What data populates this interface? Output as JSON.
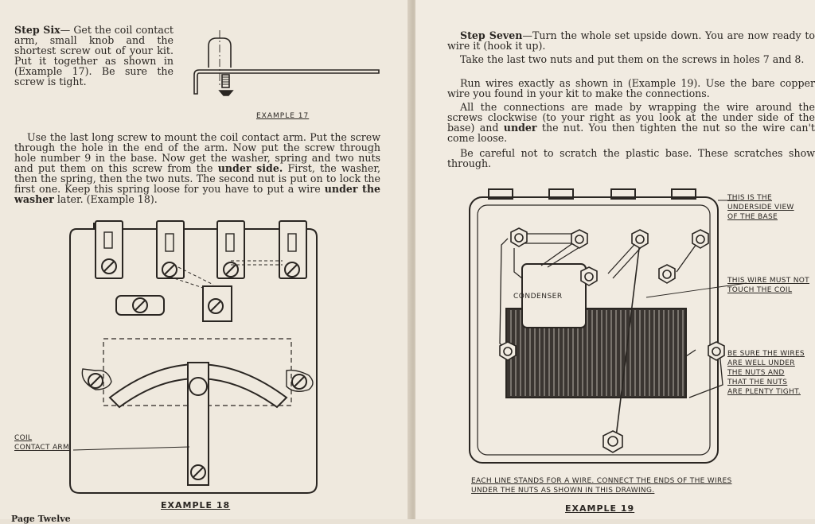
{
  "left_page": {
    "step_six": {
      "heading": "Step Six",
      "text": "— Get the coil contact arm, small knob and the shortest screw out of your kit. Put it together as shown in (Example 17). Be sure the screw is tight."
    },
    "example17_caption": "EXAMPLE 17",
    "paragraph": {
      "part1": "Use the last long screw to mount the coil contact arm. Put the screw through the hole in the end of the arm. Now put the screw through hole number 9 in the base. Now get the washer, spring and two nuts and put them on this screw from the ",
      "bold1": "under side.",
      "part2": " First, the washer, then the spring, then the two nuts. The second nut is put on to lock the first one. Keep this spring loose for you have to put a wire ",
      "bold2": "under the washer",
      "part3": " later. (Example 18)."
    },
    "coil_label_line1": "COIL",
    "coil_label_line2": "CONTACT ARM",
    "example18_caption": "EXAMPLE 18",
    "footer": "Page Twelve"
  },
  "right_page": {
    "step_seven": {
      "heading": "Step Seven",
      "text": "—Turn the whole set upside down. You are now ready to wire it (hook it up)."
    },
    "p2": "Take the last two nuts and put them on the screws in holes 7 and 8.",
    "p3": "Run wires exactly as shown in (Example 19). Use the bare copper wire you found in your kit to make the connections.",
    "p4": {
      "part1": "All the connections are made by wrapping the wire around the screws clockwise (to your right as you look at the under side of the base) and ",
      "bold": "under",
      "part2": " the nut. You then tighten the nut so the wire can't come loose."
    },
    "p5": "Be careful not to scratch the plastic base. These scratches show through.",
    "label_underside": [
      "THIS IS THE",
      "UNDERSIDE VIEW",
      "OF THE BASE"
    ],
    "label_wire": [
      "THIS WIRE MUST NOT",
      "TOUCH THE COIL"
    ],
    "label_nuts": [
      "BE SURE THE WIRES",
      "ARE WELL UNDER",
      "THE NUTS AND",
      "THAT THE NUTS",
      "ARE PLENTY TIGHT."
    ],
    "condenser_label": "CONDENSER",
    "bottom_note": [
      "EACH LINE STANDS FOR A WIRE. CONNECT THE ENDS OF THE WIRES",
      "UNDER THE NUTS AS SHOWN IN THIS DRAWING."
    ],
    "example19_caption": "EXAMPLE 19"
  }
}
